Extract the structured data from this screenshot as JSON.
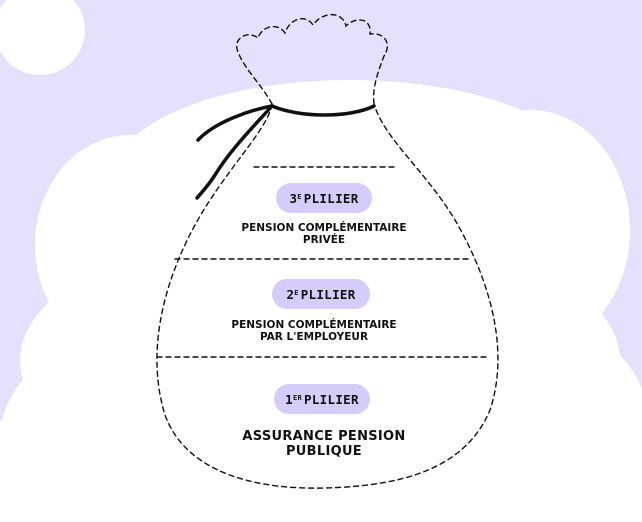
{
  "colors": {
    "background": "#e5e0fc",
    "cloud": "#ffffff",
    "pill": "#d6ccfa",
    "ink": "#111111"
  },
  "pillars": [
    {
      "ordinal": "3",
      "suffix": "E",
      "label": "PLILIER",
      "description": "PENSION COMPLÉMENTAIRE\nPRIVÉE"
    },
    {
      "ordinal": "2",
      "suffix": "E",
      "label": "PLILIER",
      "description": "PENSION COMPLÉMENTAIRE\nPAR L'EMPLOYEUR"
    },
    {
      "ordinal": "1",
      "suffix": "ER",
      "label": "PLILIER",
      "description": "ASSURANCE PENSION\nPUBLIQUE"
    }
  ]
}
